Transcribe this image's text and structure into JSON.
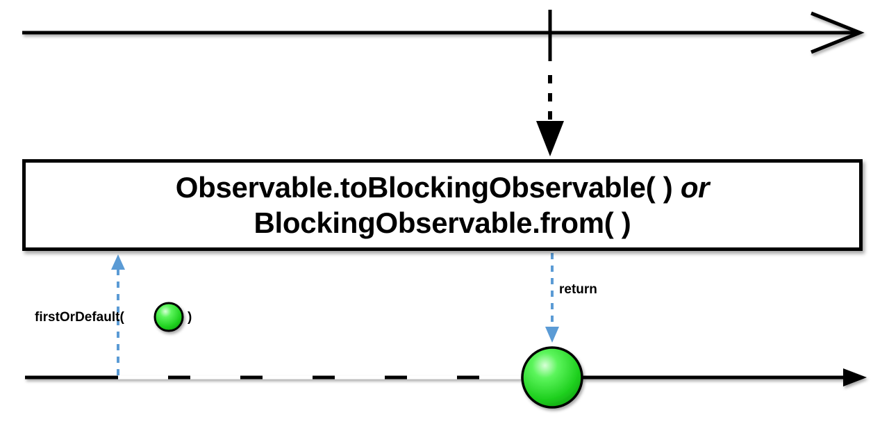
{
  "operator": {
    "line1": "Observable.toBlockingObservable( )",
    "or_word": "or",
    "line2": "BlockingObservable.from( )"
  },
  "labels": {
    "return": "return",
    "call_prefix": "firstOrDefault(",
    "call_suffix": ")"
  },
  "colors": {
    "line": "#000000",
    "dashed_arrow": "#5b9bd5",
    "marble_fill": "#27e827",
    "marble_stroke": "#000000"
  },
  "icons": {
    "marble": "green-circle-marble"
  }
}
